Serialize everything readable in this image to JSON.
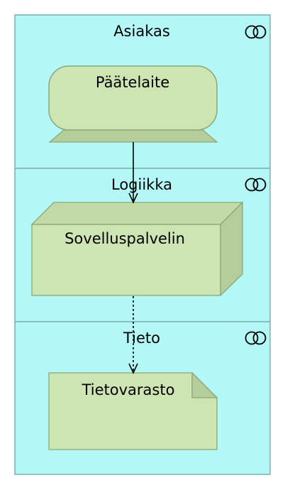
{
  "colors": {
    "lane_fill": "#b3f7f6",
    "lane_stroke": "#7ab0ae",
    "node_fill": "#cde4b3",
    "node_stroke": "#8aa878",
    "node_shade": "#b5cc9b",
    "edge": "#000000"
  },
  "lanes": [
    {
      "title": "Asiakas",
      "icon": "grouping-icon"
    },
    {
      "title": "Logiikka",
      "icon": "grouping-icon"
    },
    {
      "title": "Tieto",
      "icon": "grouping-icon"
    }
  ],
  "nodes": {
    "device": {
      "label": "Päätelaite",
      "type": "device"
    },
    "server": {
      "label": "Sovelluspalvelin",
      "type": "node"
    },
    "storage": {
      "label": "Tietovarasto",
      "type": "artifact"
    }
  },
  "edges": [
    {
      "from": "Päätelaite",
      "to": "Sovelluspalvelin",
      "style": "solid",
      "arrow": "open"
    },
    {
      "from": "Sovelluspalvelin",
      "to": "Tietovarasto",
      "style": "dotted",
      "arrow": "open"
    }
  ]
}
